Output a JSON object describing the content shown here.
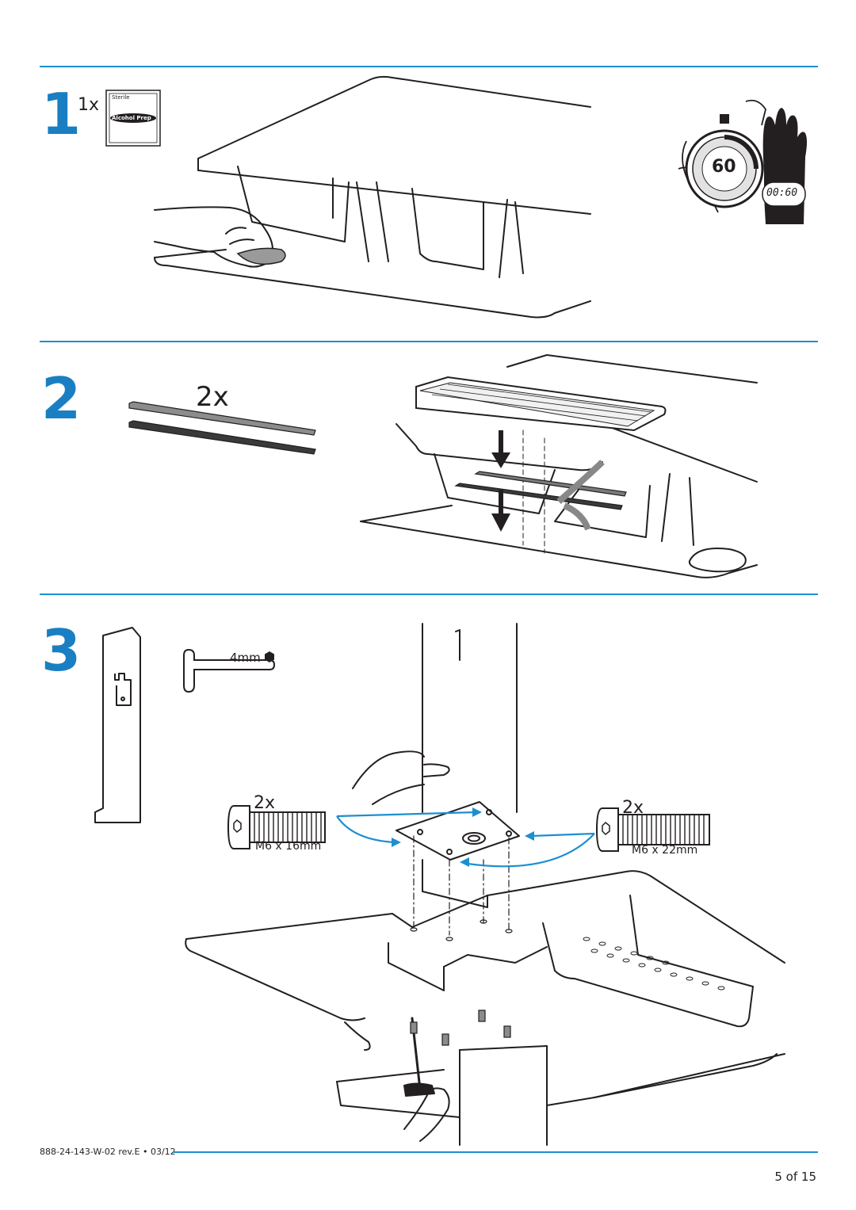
{
  "steps": [
    {
      "number": "1",
      "quantity": "1x",
      "wipe_text_top": "Sterile",
      "wipe_text_badge": "Alcohol Prep",
      "timer_value": "60",
      "display_value": "00:60"
    },
    {
      "number": "2",
      "quantity": "2x"
    },
    {
      "number": "3",
      "tool_size": "4mm",
      "left_screw_qty": "2x",
      "left_screw_size": "M6 x 16mm",
      "right_screw_qty": "2x",
      "right_screw_size": "M6 x 22mm"
    }
  ],
  "footer": {
    "doc_code": "888-24-143-W-02 rev.E • 03/12",
    "page": "5 of 15"
  },
  "colors": {
    "accent": "#1d8fd0",
    "step_number": "#1a7fc2",
    "ink": "#231f20"
  }
}
